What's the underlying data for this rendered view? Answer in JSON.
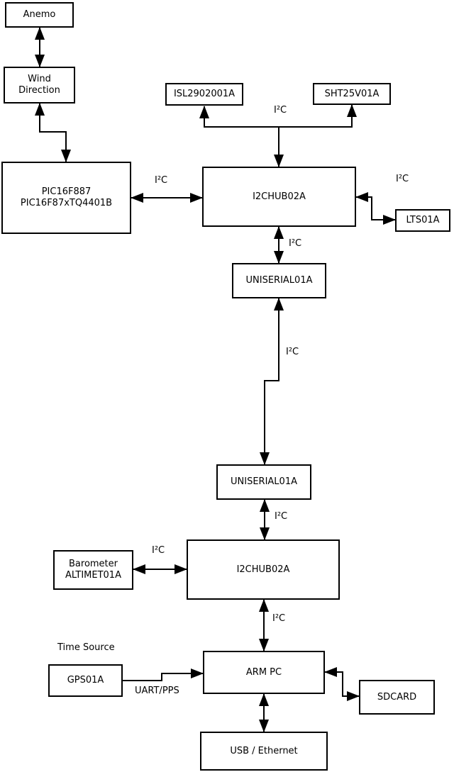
{
  "diagram": {
    "background_color": "#ffffff",
    "stroke_color": "#000000",
    "text_color": "#000000"
  },
  "nodes": {
    "anemo": {
      "label": "Anemo"
    },
    "wind_direction": {
      "label": "Wind\nDirection"
    },
    "pic": {
      "label": "PIC16F887\nPIC16F87xTQ4401B"
    },
    "isl": {
      "label": "ISL2902001A"
    },
    "sht": {
      "label": "SHT25V01A"
    },
    "i2c_hub_top": {
      "label": "I2CHUB02A"
    },
    "lts": {
      "label": "LTS01A"
    },
    "uniserial_top": {
      "label": "UNISERIAL01A"
    },
    "uniserial_bottom": {
      "label": "UNISERIAL01A"
    },
    "i2c_hub_bottom": {
      "label": "I2CHUB02A"
    },
    "barometer": {
      "label": "Barometer\nALTIMET01A"
    },
    "arm_pc": {
      "label": "ARM PC"
    },
    "gps": {
      "label": "GPS01A"
    },
    "sdcard": {
      "label": "SDCARD"
    },
    "usb_ethernet": {
      "label": "USB / Ethernet"
    }
  },
  "labels": {
    "i2c": "I²C",
    "time_source": "Time Source",
    "uart_pps": "UART/PPS"
  },
  "edges": [
    {
      "from": "anemo",
      "to": "wind_direction",
      "bidirectional": true,
      "label": ""
    },
    {
      "from": "wind_direction",
      "to": "pic",
      "bidirectional": true,
      "label": ""
    },
    {
      "from": "pic",
      "to": "i2c_hub_top",
      "bidirectional": true,
      "label": "I²C"
    },
    {
      "from": "i2c_hub_top",
      "to": "isl",
      "bidirectional": true,
      "label": "I²C"
    },
    {
      "from": "i2c_hub_top",
      "to": "sht",
      "bidirectional": true,
      "label": "I²C"
    },
    {
      "from": "i2c_hub_top",
      "to": "lts",
      "bidirectional": true,
      "label": "I²C"
    },
    {
      "from": "i2c_hub_top",
      "to": "uniserial_top",
      "bidirectional": true,
      "label": "I²C"
    },
    {
      "from": "uniserial_top",
      "to": "uniserial_bottom",
      "bidirectional": true,
      "label": "I²C"
    },
    {
      "from": "uniserial_bottom",
      "to": "i2c_hub_bottom",
      "bidirectional": true,
      "label": "I²C"
    },
    {
      "from": "barometer",
      "to": "i2c_hub_bottom",
      "bidirectional": true,
      "label": "I²C"
    },
    {
      "from": "i2c_hub_bottom",
      "to": "arm_pc",
      "bidirectional": true,
      "label": "I²C"
    },
    {
      "from": "gps",
      "to": "arm_pc",
      "bidirectional": false,
      "label": "UART/PPS"
    },
    {
      "from": "arm_pc",
      "to": "sdcard",
      "bidirectional": true,
      "label": ""
    },
    {
      "from": "arm_pc",
      "to": "usb_ethernet",
      "bidirectional": true,
      "label": ""
    }
  ]
}
